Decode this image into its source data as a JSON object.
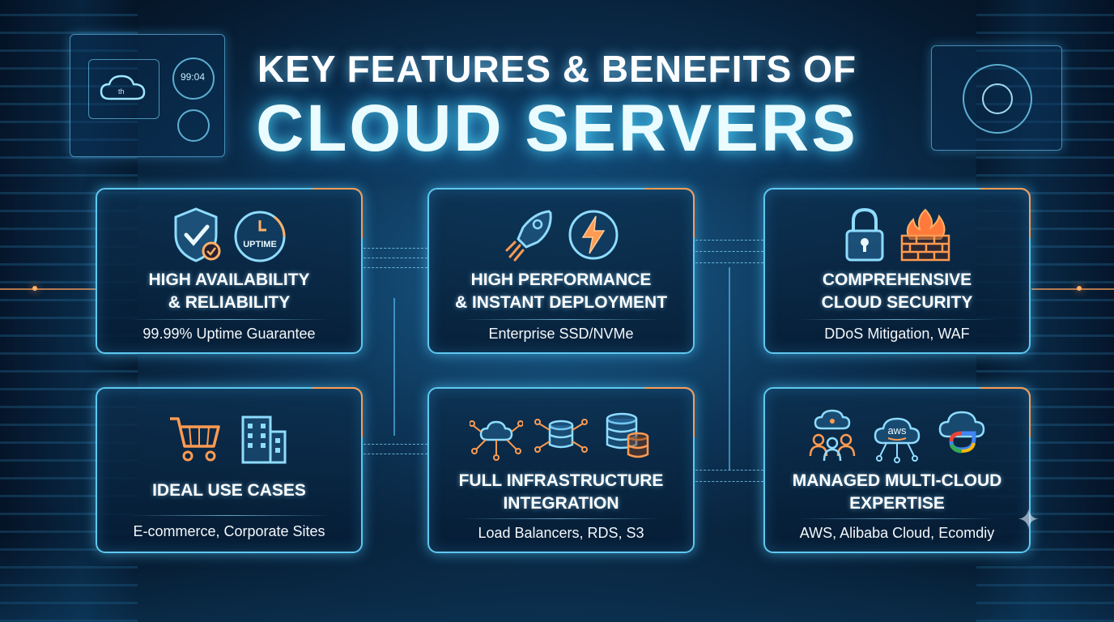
{
  "title": {
    "line1": "KEY FEATURES & BENEFITS OF",
    "line2": "CLOUD SERVERS"
  },
  "hud_left": {
    "clock_text": "99:04",
    "cloud_text": "th"
  },
  "colors": {
    "accent_cyan": "#5ec8f0",
    "accent_orange": "#ff9b52",
    "background": "#0d3558"
  },
  "cards": [
    {
      "heading_line1": "HIGH AVAILABILITY",
      "heading_line2": "& RELIABILITY",
      "detail": "99.99% Uptime Guarantee",
      "icons": [
        "shield-check-icon",
        "uptime-clock-icon"
      ],
      "icon_text": "UPTIME"
    },
    {
      "heading_line1": "HIGH PERFORMANCE",
      "heading_line2": "& INSTANT DEPLOYMENT",
      "detail": "Enterprise SSD/NVMe",
      "icons": [
        "rocket-icon",
        "lightning-bolt-icon"
      ]
    },
    {
      "heading_line1": "COMPREHENSIVE",
      "heading_line2": "CLOUD SECURITY",
      "detail": "DDoS Mitigation, WAF",
      "icons": [
        "padlock-icon",
        "firewall-icon"
      ]
    },
    {
      "heading_line1": "IDEAL USE CASES",
      "detail": "E-commerce, Corporate Sites",
      "icons": [
        "shopping-cart-icon",
        "office-building-icon"
      ]
    },
    {
      "heading_line1": "FULL INFRASTRUCTURE",
      "heading_line2": "INTEGRATION",
      "detail": "Load Balancers, RDS, S3",
      "icons": [
        "cloud-network-icon",
        "database-network-icon",
        "database-stack-icon"
      ]
    },
    {
      "heading_line1": "MANAGED MULTI-CLOUD",
      "heading_line2": "EXPERTISE",
      "detail": "AWS, Alibaba Cloud, Ecomdiy",
      "icons": [
        "team-cloud-icon",
        "aws-cloud-icon",
        "google-cloud-icon"
      ],
      "icon_text": "aws"
    }
  ]
}
